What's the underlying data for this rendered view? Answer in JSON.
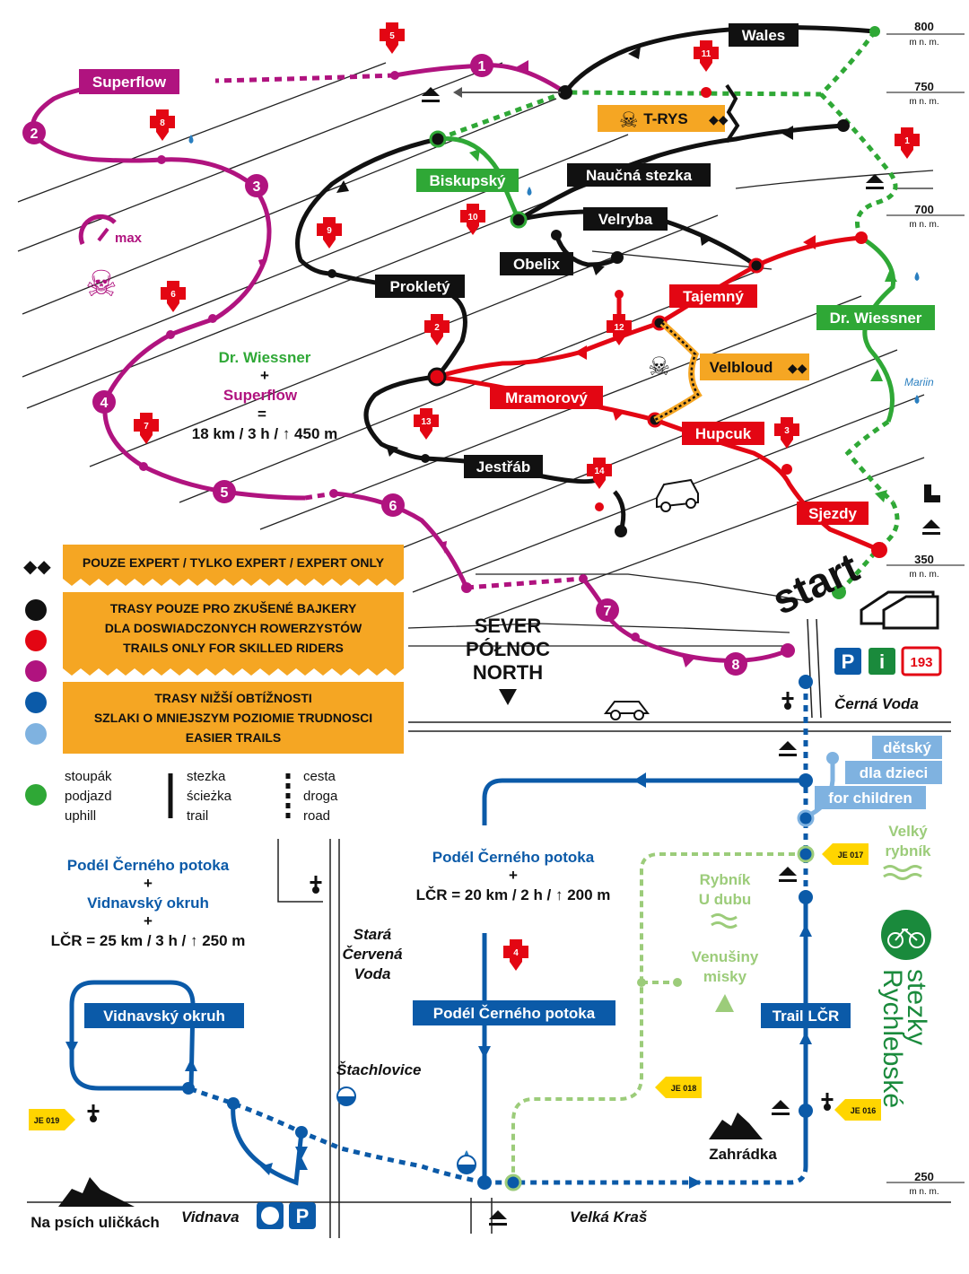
{
  "colors": {
    "black": "#111111",
    "red": "#e30613",
    "magenta": "#b0137f",
    "blue": "#0b5aa8",
    "lightblue": "#7fb2e0",
    "green": "#2fa836",
    "lightgreen": "#9ccc7a",
    "orange": "#f5a623",
    "yellow": "#ffd500",
    "emerald": "#1a8a3c"
  },
  "elevation": {
    "unit": "m n. m.",
    "levels": [
      "800",
      "750",
      "700",
      "350",
      "250"
    ]
  },
  "trails": {
    "wales": "Wales",
    "superflow": "Superflow",
    "trys": "T-RYS",
    "biskupsky": "Biskupský",
    "naucna": "Naučná stezka",
    "velryba": "Velryba",
    "obelix": "Obelix",
    "prokety": "Prokletý",
    "tajemny": "Tajemný",
    "velbloud": "Velbloud",
    "mramorovy": "Mramorový",
    "hupcuk": "Hupcuk",
    "jestrab": "Jestřáb",
    "sjezdy": "Sjezdy",
    "wiessner_upper": "Dr. Wiessner",
    "podel_top": "Podél Černého potoka",
    "vidnavsky": "Vidnavský okruh",
    "trail_lcr": "Trail LČR",
    "detsky1": "dětský",
    "detsky2": "dla dzieci",
    "detsky3": "for children",
    "expert_mark": "◆◆"
  },
  "markers": {
    "red_numbers": [
      "5",
      "11",
      "8",
      "1",
      "10",
      "9",
      "6",
      "2",
      "12",
      "7",
      "13",
      "3",
      "14",
      "4"
    ],
    "magenta_numbers": [
      "1",
      "2",
      "3",
      "4",
      "5",
      "6",
      "7",
      "8"
    ]
  },
  "info_combo1": {
    "line1": "Dr. Wiessner",
    "plus1": "+",
    "line2": "Superflow",
    "eq": "=",
    "line3": "18 km / 3 h / ↑ 450 m"
  },
  "info_combo2": {
    "line1": "Podél Černého potoka",
    "plus1": "+",
    "line2": "LČR = 20 km / 2 h / ↑ 200 m"
  },
  "info_combo3": {
    "line1": "Podél Černého potoka",
    "plus1": "+",
    "line2": "Vidnavský okruh",
    "plus2": "+",
    "line3": "LČR = 25 km / 3 h / ↑ 250 m"
  },
  "legend": {
    "expert": "POUZE EXPERT / TYLKO EXPERT / EXPERT ONLY",
    "skilled": [
      "TRASY POUZE PRO ZKUŠENÉ BAJKERY",
      "DLA DOSWIADCZONYCH ROWERZYSTÓW",
      "TRAILS ONLY FOR SKILLED RIDERS"
    ],
    "easier": [
      "TRASY NIŽŠÍ OBTÍŽNOSTI",
      "SZLAKI O MNIEJSZYM POZIOMIE TRUDNOSCI",
      "EASIER TRAILS"
    ],
    "uphill": [
      "stoupák",
      "podjazd",
      "uphill"
    ],
    "trail": [
      "stezka",
      "ścieżka",
      "trail"
    ],
    "road": [
      "cesta",
      "droga",
      "road"
    ]
  },
  "north": [
    "SEVER",
    "PÓŁNOC",
    "NORTH"
  ],
  "start": "start",
  "max": "max",
  "places": {
    "cerna_voda": "Černá Voda",
    "velky_rybnik1": "Velký",
    "velky_rybnik2": "rybník",
    "rybnik_u_dubu1": "Rybník",
    "rybnik_u_dubu2": "U dubu",
    "venusiny1": "Venušiny",
    "venusiny2": "misky",
    "stara1": "Stará",
    "stara2": "Červená",
    "stara3": "Voda",
    "stachlovice": "Štachlovice",
    "zahradka": "Zahrádka",
    "vidnava": "Vidnava",
    "velka_kras": "Velká Kraš",
    "na_psich": "Na psích uličkách",
    "mariin": "Mariin"
  },
  "je_signs": [
    "JE 017",
    "JE 018",
    "JE 016",
    "JE 019"
  ],
  "badges": {
    "p": "P",
    "i": "i",
    "num": "193"
  },
  "brand": [
    "Rychlebské",
    "stezky"
  ],
  "trys_label": "T-RYS",
  "velbloud_label": "Velbloud"
}
